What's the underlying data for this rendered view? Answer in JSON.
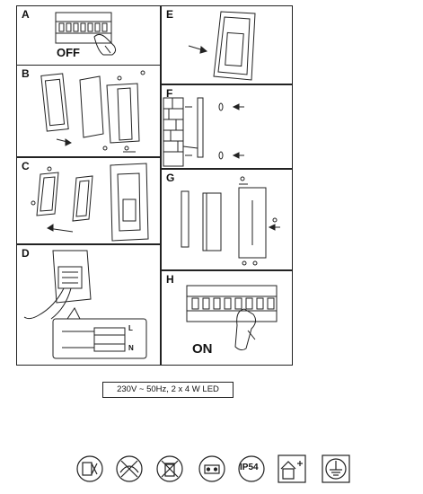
{
  "panels": [
    {
      "id": "A",
      "label": "A",
      "caption": "OFF"
    },
    {
      "id": "E",
      "label": "E"
    },
    {
      "id": "B",
      "label": "B"
    },
    {
      "id": "F",
      "label": "F"
    },
    {
      "id": "C",
      "label": "C"
    },
    {
      "id": "G",
      "label": "G"
    },
    {
      "id": "D",
      "label": "D",
      "terminal_labels": [
        "L",
        "N"
      ]
    },
    {
      "id": "H",
      "label": "H",
      "caption": "ON"
    }
  ],
  "spec_text": "230V ~ 50Hz, 2 x 4 W LED",
  "icons": [
    {
      "name": "mounting-surface-icon"
    },
    {
      "name": "no-cover-insulation-icon"
    },
    {
      "name": "no-disposal-bin-icon"
    },
    {
      "name": "led-driver-icon"
    },
    {
      "name": "ip-rating-badge",
      "text": "IP54"
    },
    {
      "name": "indoor-outdoor-icon"
    },
    {
      "name": "earth-ground-icon"
    }
  ],
  "colors": {
    "line": "#222222",
    "background": "#ffffff"
  }
}
